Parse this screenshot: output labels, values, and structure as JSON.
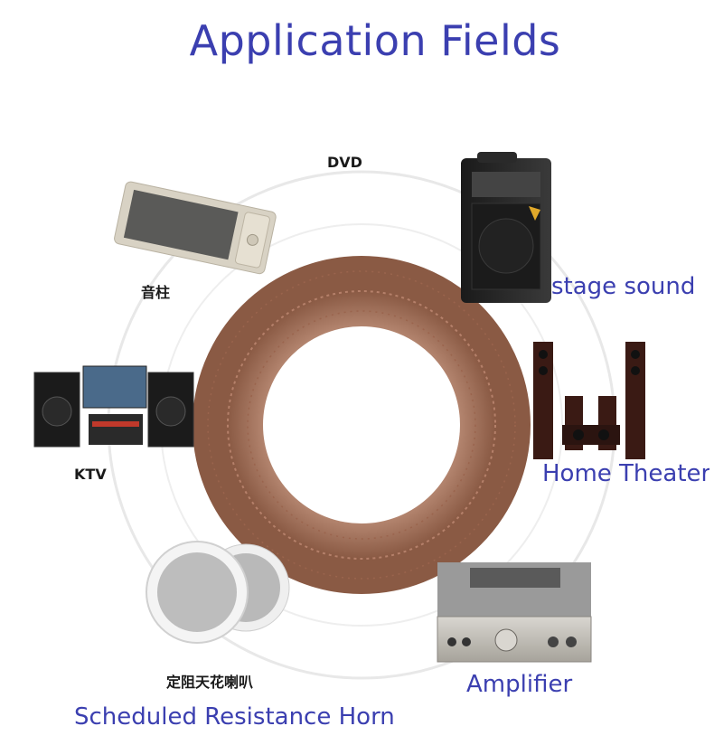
{
  "title": "Application Fields",
  "labels": {
    "dvd": "DVD",
    "column_speaker": "音柱",
    "stage_sound": "stage sound",
    "home_theater": "Home Theater",
    "ktv": "KTV",
    "ceiling_speaker": "定阻天花喇叭",
    "amplifier": "Amplifier",
    "scheduled_horn": "Scheduled Resistance Horn"
  },
  "colors": {
    "title": "#3b3fb0",
    "ring": "#e6e6e6",
    "cable": "#a06a52"
  }
}
